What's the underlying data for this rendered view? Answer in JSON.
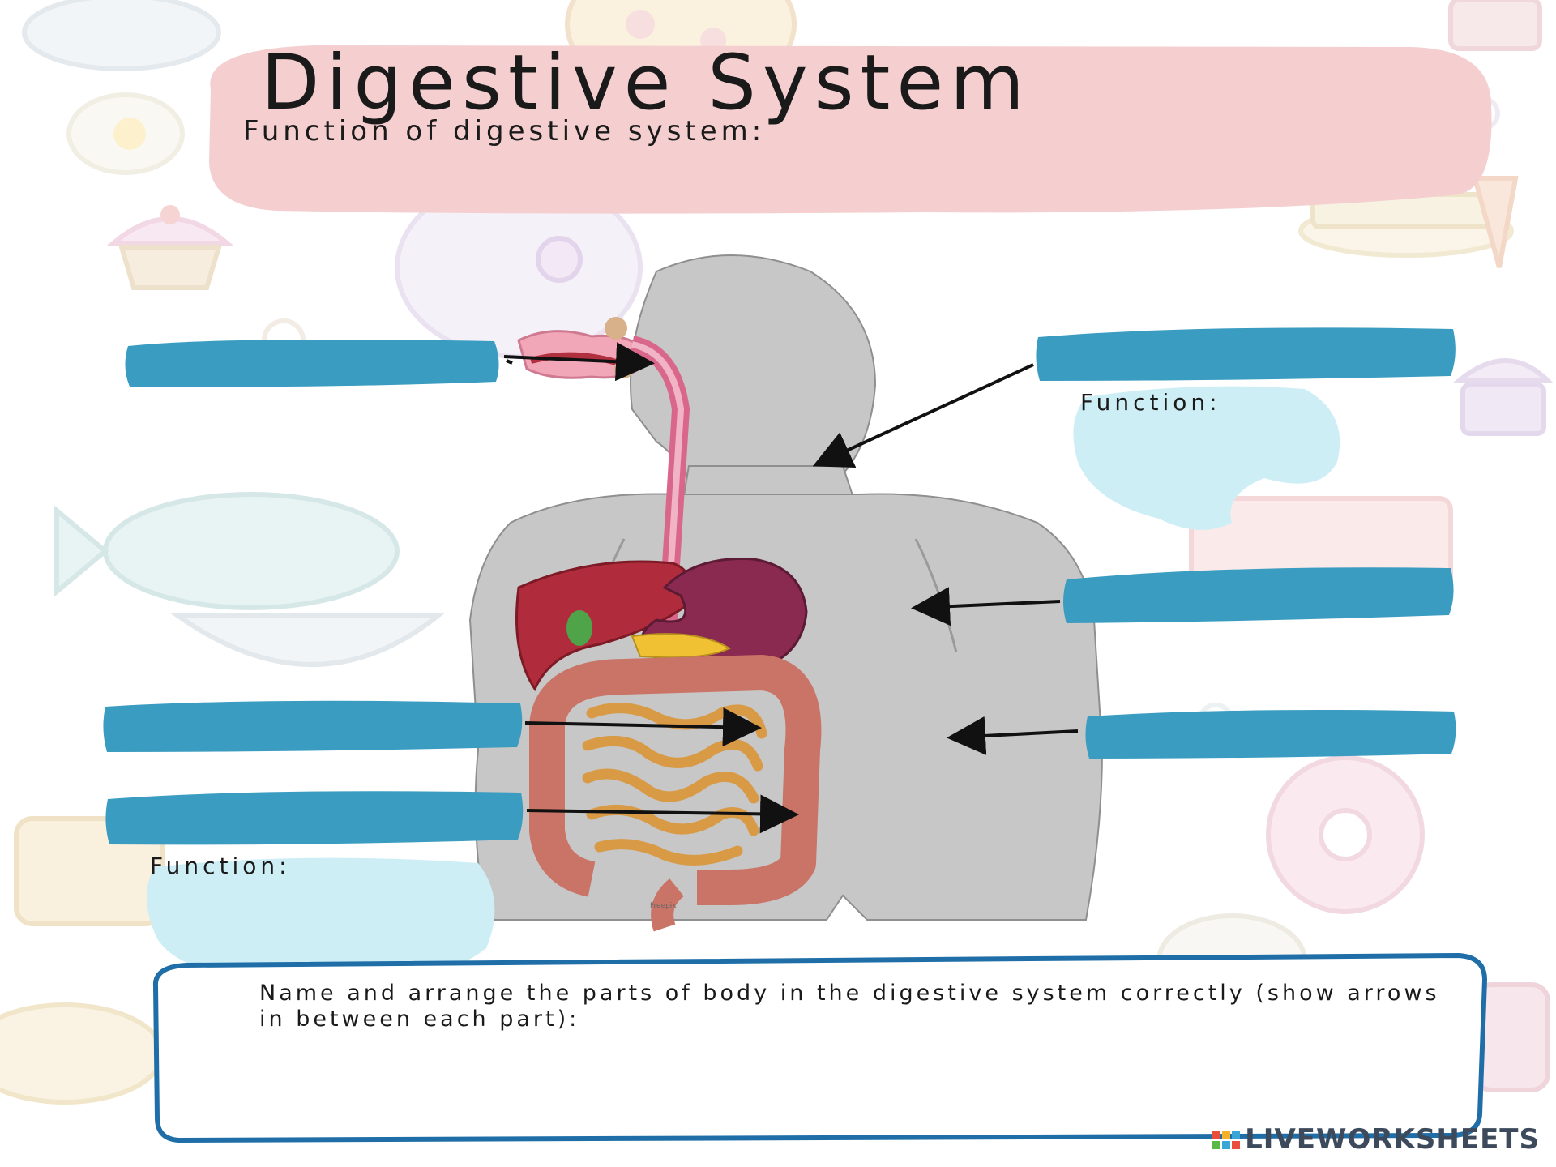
{
  "worksheet": {
    "title": "Digestive System",
    "subtitle": "Function of digestive system:",
    "function_label_right": "Function:",
    "function_label_left": "Function:",
    "task_prompt": "Name and arrange the parts of body in the digestive system correctly (show arrows in between each part):",
    "image_credit": "Freepik",
    "brand": "LIVEWORKSHEETS"
  },
  "colors": {
    "title_blob": "#f5cfd0",
    "answer_box": "#3a9cc0",
    "function_blob": "#cdeef5",
    "task_border": "#1f6ea8",
    "body": "#c7c7c7",
    "arrow": "#111111"
  },
  "answer_boxes": [
    {
      "id": "mouth",
      "value": ""
    },
    {
      "id": "esophagus",
      "value": ""
    },
    {
      "id": "stomach",
      "value": ""
    },
    {
      "id": "small-intestine",
      "value": ""
    },
    {
      "id": "large-intestine",
      "value": ""
    },
    {
      "id": "rectum",
      "value": ""
    }
  ]
}
